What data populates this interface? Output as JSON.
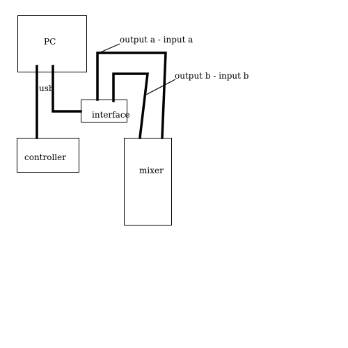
{
  "diagram": {
    "nodes": {
      "pc": "PC",
      "interface": "interface",
      "controller": "controller",
      "mixer": "mixer"
    },
    "labels": {
      "usb": "usb",
      "output_a": "output a - input a",
      "output_b": "output b - input b"
    },
    "colors": {
      "background": "#ffffff",
      "stroke": "#000000",
      "text": "#000000"
    }
  }
}
